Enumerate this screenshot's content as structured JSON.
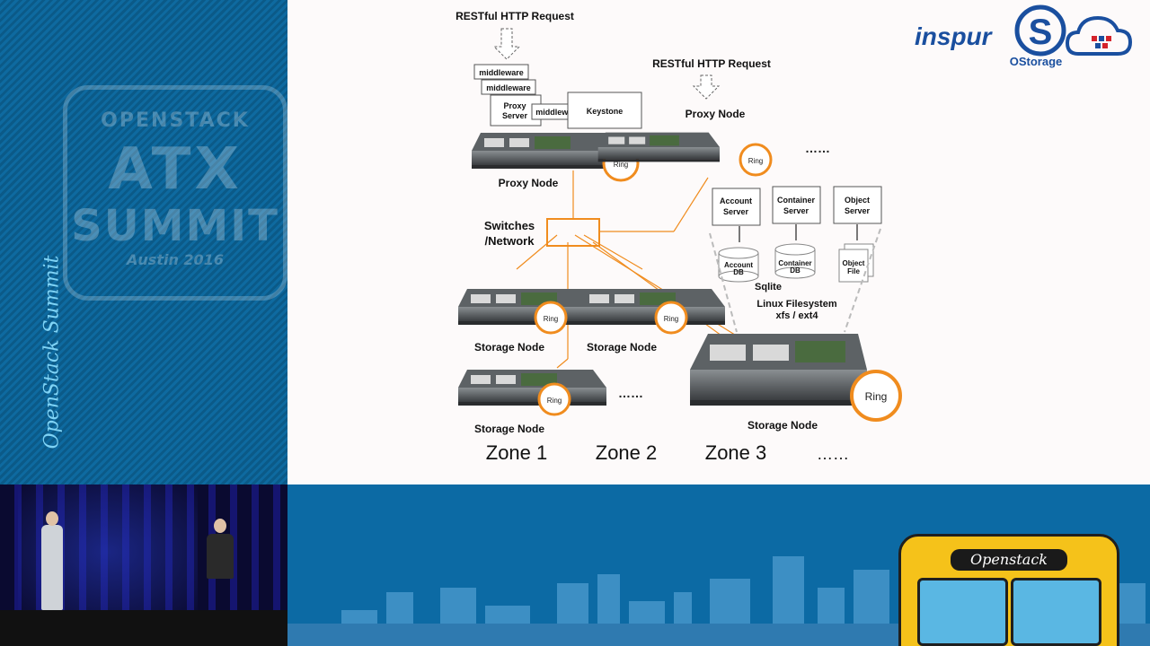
{
  "sidebar": {
    "badge_line1": "OPENSTACK",
    "badge_line2": "ATX",
    "badge_line3": "SUMMIT",
    "badge_line4": "Austin 2016",
    "vertical_brand": "OpenStack Summit"
  },
  "slide": {
    "logos": {
      "inspur": "inspur",
      "ostorage_mark": "S",
      "ostorage": "OStorage"
    },
    "request_label_1": "RESTful HTTP Request",
    "request_label_2": "RESTful HTTP Request",
    "middleware": "middleware",
    "proxy_server": [
      "Proxy",
      "Server"
    ],
    "keystone": "Keystone",
    "proxy_node": "Proxy Node",
    "ring": "Ring",
    "ellipsis_short": "……",
    "ellipsis_long": "……",
    "switches": [
      "Switches",
      "/Network"
    ],
    "account_server": [
      "Account",
      "Server"
    ],
    "container_server": [
      "Container",
      "Server"
    ],
    "object_server": [
      "Object",
      "Server"
    ],
    "account_db": [
      "Account",
      "DB"
    ],
    "container_db": [
      "Container",
      "DB"
    ],
    "object_file": [
      "Object",
      "File"
    ],
    "sqlite": "Sqlite",
    "filesystem": [
      "Linux Filesystem",
      "xfs / ext4"
    ],
    "storage_node": "Storage Node",
    "zones": [
      "Zone 1",
      "Zone 2",
      "Zone 3",
      "……"
    ],
    "colors": {
      "accent": "#f08c1e",
      "server_dark": "#3a3d40",
      "server_mid": "#6b7073"
    }
  },
  "banner": {
    "bus_sign": "Openstack"
  }
}
